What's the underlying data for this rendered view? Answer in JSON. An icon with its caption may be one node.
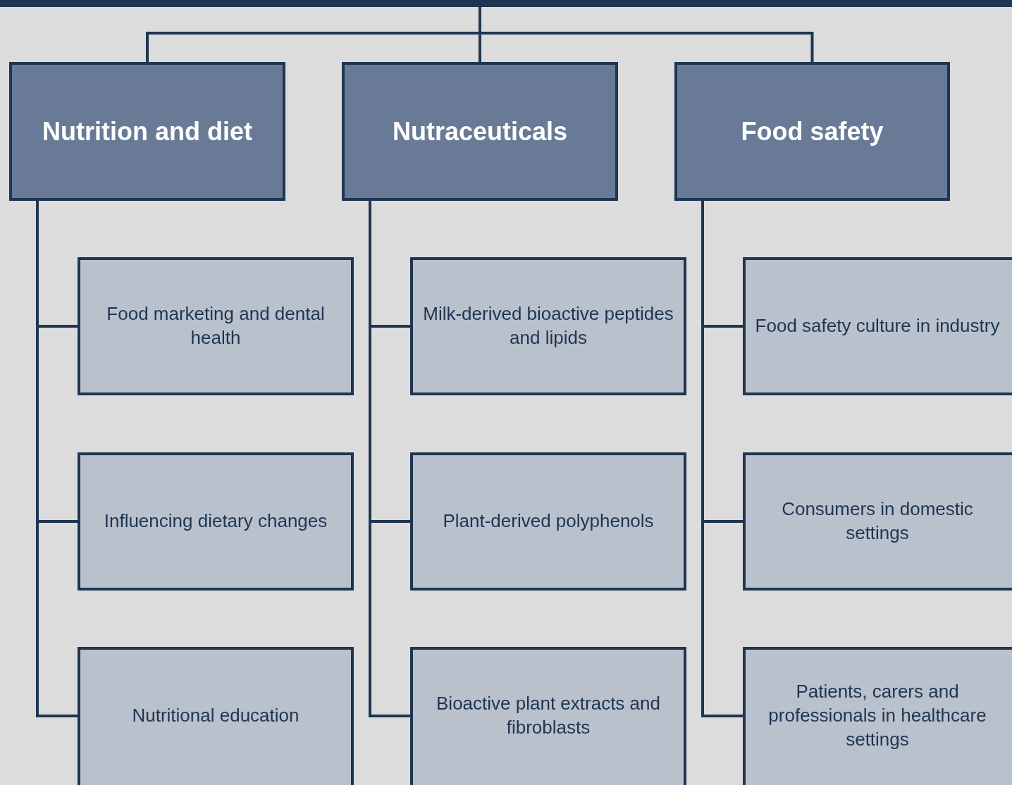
{
  "diagram": {
    "nodes": [
      {
        "text": [],
        "shape": "bar"
      },
      {
        "text": [
          "Nutrition and diet"
        ]
      },
      {
        "text": [
          "Nutraceuticals"
        ]
      },
      {
        "text": [
          "Food safety"
        ]
      },
      {
        "text": [
          "Food marketing and dental health"
        ]
      },
      {
        "text": [
          "Influencing dietary changes"
        ]
      },
      {
        "text": [
          "Nutritional education"
        ]
      },
      {
        "text": [
          "Milk-derived bioactive peptides and lipids"
        ]
      },
      {
        "text": [
          "Plant-derived polyphenols"
        ]
      },
      {
        "text": [
          "Bioactive plant extracts and fibroblasts"
        ]
      },
      {
        "text": [
          "Food safety culture in industry"
        ]
      },
      {
        "text": [
          "Consumers in domestic settings"
        ]
      },
      {
        "text": [
          "Patients, carers and professionals in healthcare settings"
        ]
      }
    ],
    "edges": [
      {
        "from": 0,
        "to": 1,
        "arrow": "none"
      },
      {
        "from": 0,
        "to": 2,
        "arrow": "none"
      },
      {
        "from": 0,
        "to": 3,
        "arrow": "none"
      },
      {
        "from": 1,
        "to": 4,
        "arrow": "none"
      },
      {
        "from": 1,
        "to": 5,
        "arrow": "none"
      },
      {
        "from": 1,
        "to": 6,
        "arrow": "none"
      },
      {
        "from": 2,
        "to": 7,
        "arrow": "none"
      },
      {
        "from": 2,
        "to": 8,
        "arrow": "none"
      },
      {
        "from": 2,
        "to": 9,
        "arrow": "none"
      },
      {
        "from": 3,
        "to": 10,
        "arrow": "none"
      },
      {
        "from": 3,
        "to": 11,
        "arrow": "none"
      },
      {
        "from": 3,
        "to": 12,
        "arrow": "none"
      }
    ]
  }
}
